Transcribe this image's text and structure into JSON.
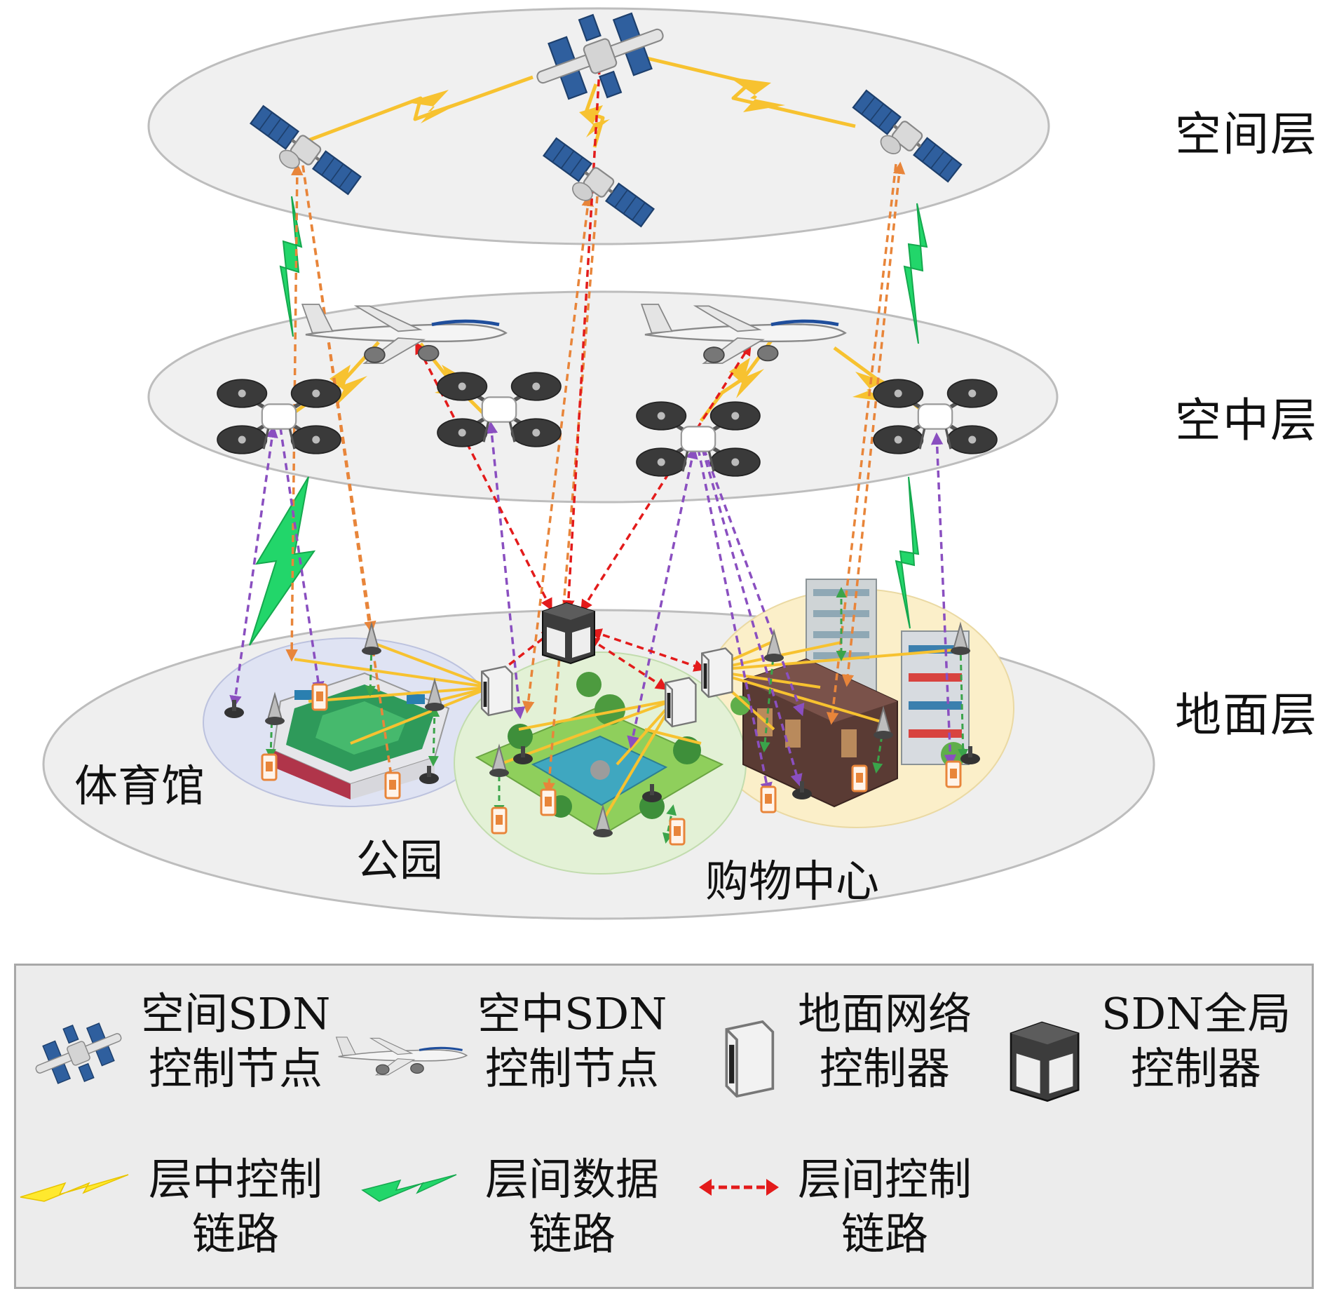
{
  "layers": {
    "space": "空间层",
    "air": "空中层",
    "ground": "地面层"
  },
  "areas": {
    "stadium": "体育馆",
    "park": "公园",
    "mall": "购物中心"
  },
  "legend": {
    "space_node": {
      "line1": "空间SDN",
      "line2": "控制节点",
      "icon": "satellite-icon"
    },
    "air_node": {
      "line1": "空中SDN",
      "line2": "控制节点",
      "icon": "airplane-icon"
    },
    "ground_ctrl": {
      "line1": "地面网络",
      "line2": "控制器",
      "icon": "server-icon"
    },
    "global_ctrl": {
      "line1": "SDN全局",
      "line2": "控制器",
      "icon": "dual-server-icon"
    },
    "intra_ctrl_link": {
      "line1": "层中控制",
      "line2": "链路",
      "icon": "yellow-lightning-icon"
    },
    "inter_data_link": {
      "line1": "层间数据",
      "line2": "链路",
      "icon": "green-lightning-icon"
    },
    "inter_ctrl_link": {
      "line1": "层间控制",
      "line2": "链路",
      "icon": "red-double-arrow-icon"
    }
  },
  "colors": {
    "intra_control": "#f7c230",
    "inter_data": "#22d66a",
    "inter_control": "#e31b1b",
    "space_to_ground": "#e8853a",
    "air_to_ground": "#8a4fc0",
    "layer_fill": "#efefef",
    "stadium_zone": "#dfe3f3",
    "park_zone": "#e3f1d6",
    "mall_zone": "#fbefc9"
  }
}
